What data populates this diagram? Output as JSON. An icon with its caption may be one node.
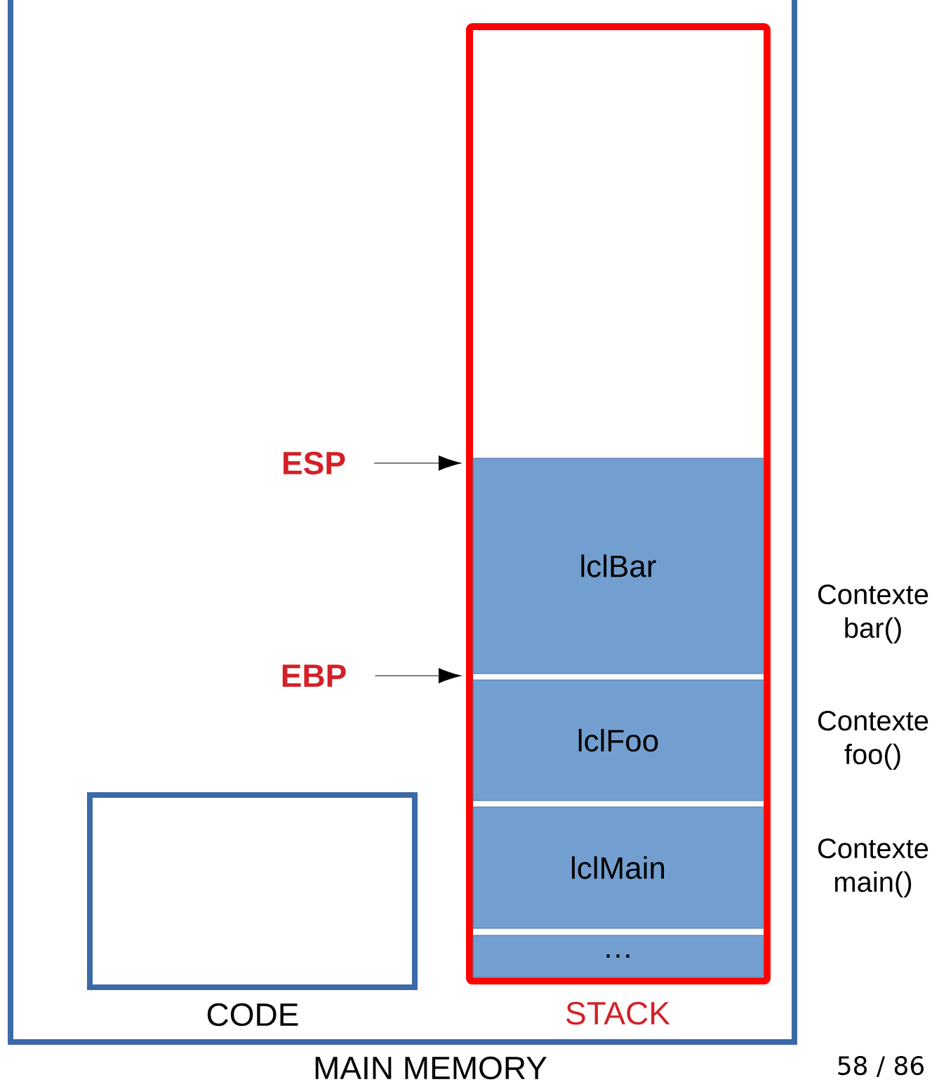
{
  "diagram": {
    "nodes": [
      {
        "text": [
          "MAIN MEMORY"
        ]
      },
      {
        "text": [
          "CODE"
        ],
        "in": 0
      },
      {
        "text": [
          "STACK"
        ],
        "in": 0
      },
      {
        "text": [
          "lclBar"
        ],
        "in": 2,
        "beside": [
          "Contexte bar()"
        ]
      },
      {
        "text": [
          "lclFoo"
        ],
        "in": 2,
        "beside": [
          "Contexte foo()"
        ]
      },
      {
        "text": [
          "lclMain"
        ],
        "in": 2,
        "beside": [
          "Contexte main()"
        ]
      },
      {
        "text": [
          "…"
        ],
        "in": 2
      },
      {
        "text": [
          "ESP"
        ],
        "in": 0
      },
      {
        "text": [
          "EBP"
        ],
        "in": 0
      }
    ],
    "edges": [
      {
        "from": 7,
        "to": 2,
        "arrow": "to"
      },
      {
        "from": 8,
        "to": 2,
        "arrow": "to"
      }
    ],
    "labels": [
      "58 / 86"
    ]
  }
}
